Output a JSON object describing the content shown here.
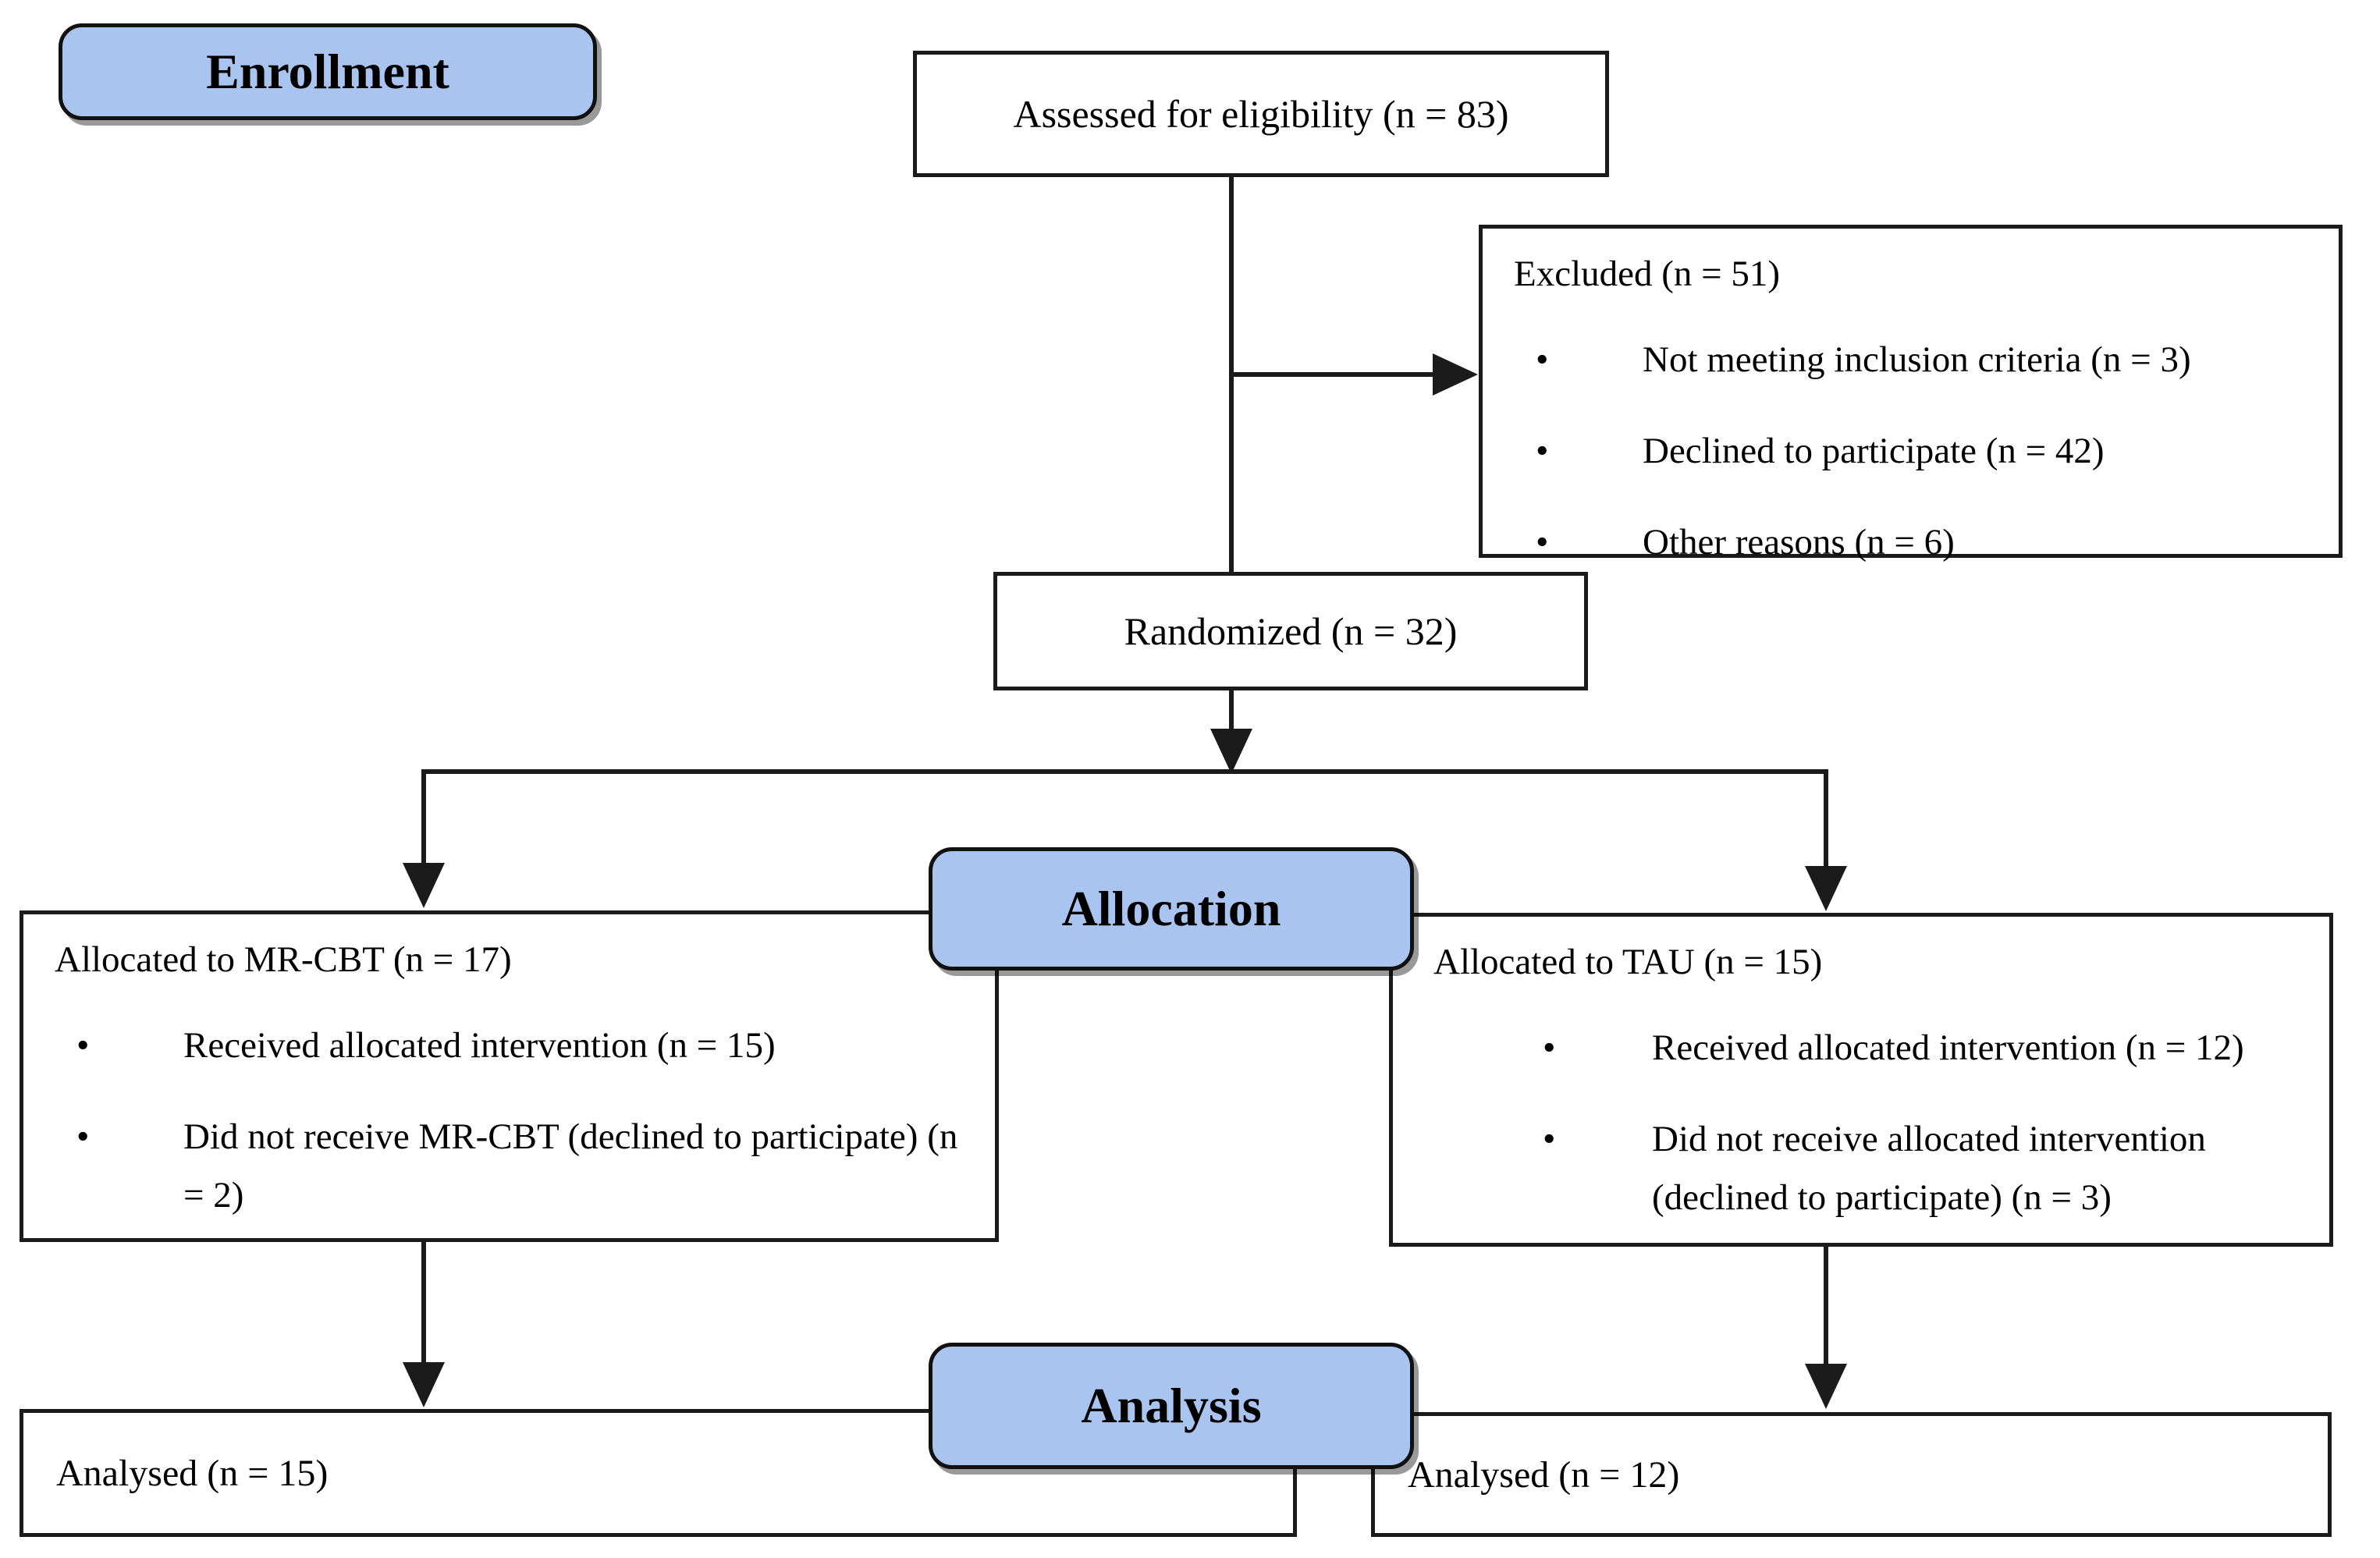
{
  "stages": {
    "enrollment_label": "Enrollment",
    "allocation_label": "Allocation",
    "analysis_label": "Analysis"
  },
  "boxes": {
    "assessed": {
      "text": "Assessed for eligibility (n = 83)"
    },
    "excluded": {
      "title": "Excluded (n = 51)",
      "bullets": [
        "Not meeting inclusion criteria (n = 3)",
        "Declined to participate (n = 42)",
        "Other reasons (n = 6)"
      ]
    },
    "randomized": {
      "text": "Randomized (n = 32)"
    },
    "allocated_left": {
      "title": "Allocated to MR-CBT (n = 17)",
      "bullets": [
        "Received allocated intervention (n = 15)",
        "Did not receive MR-CBT (declined to participate) (n = 2)"
      ]
    },
    "allocated_right": {
      "title": "Allocated to TAU (n = 15)",
      "bullets": [
        "Received allocated intervention (n = 12)",
        "Did not receive allocated intervention (declined to participate) (n = 3)"
      ]
    },
    "analysed_left": {
      "text": "Analysed (n = 15)"
    },
    "analysed_right": {
      "text": "Analysed (n = 12)"
    }
  },
  "colors": {
    "stage_fill": "#aac4f0",
    "border": "#1b1b1b",
    "background": "#ffffff",
    "text": "#000000"
  },
  "bullet_glyph": "•"
}
